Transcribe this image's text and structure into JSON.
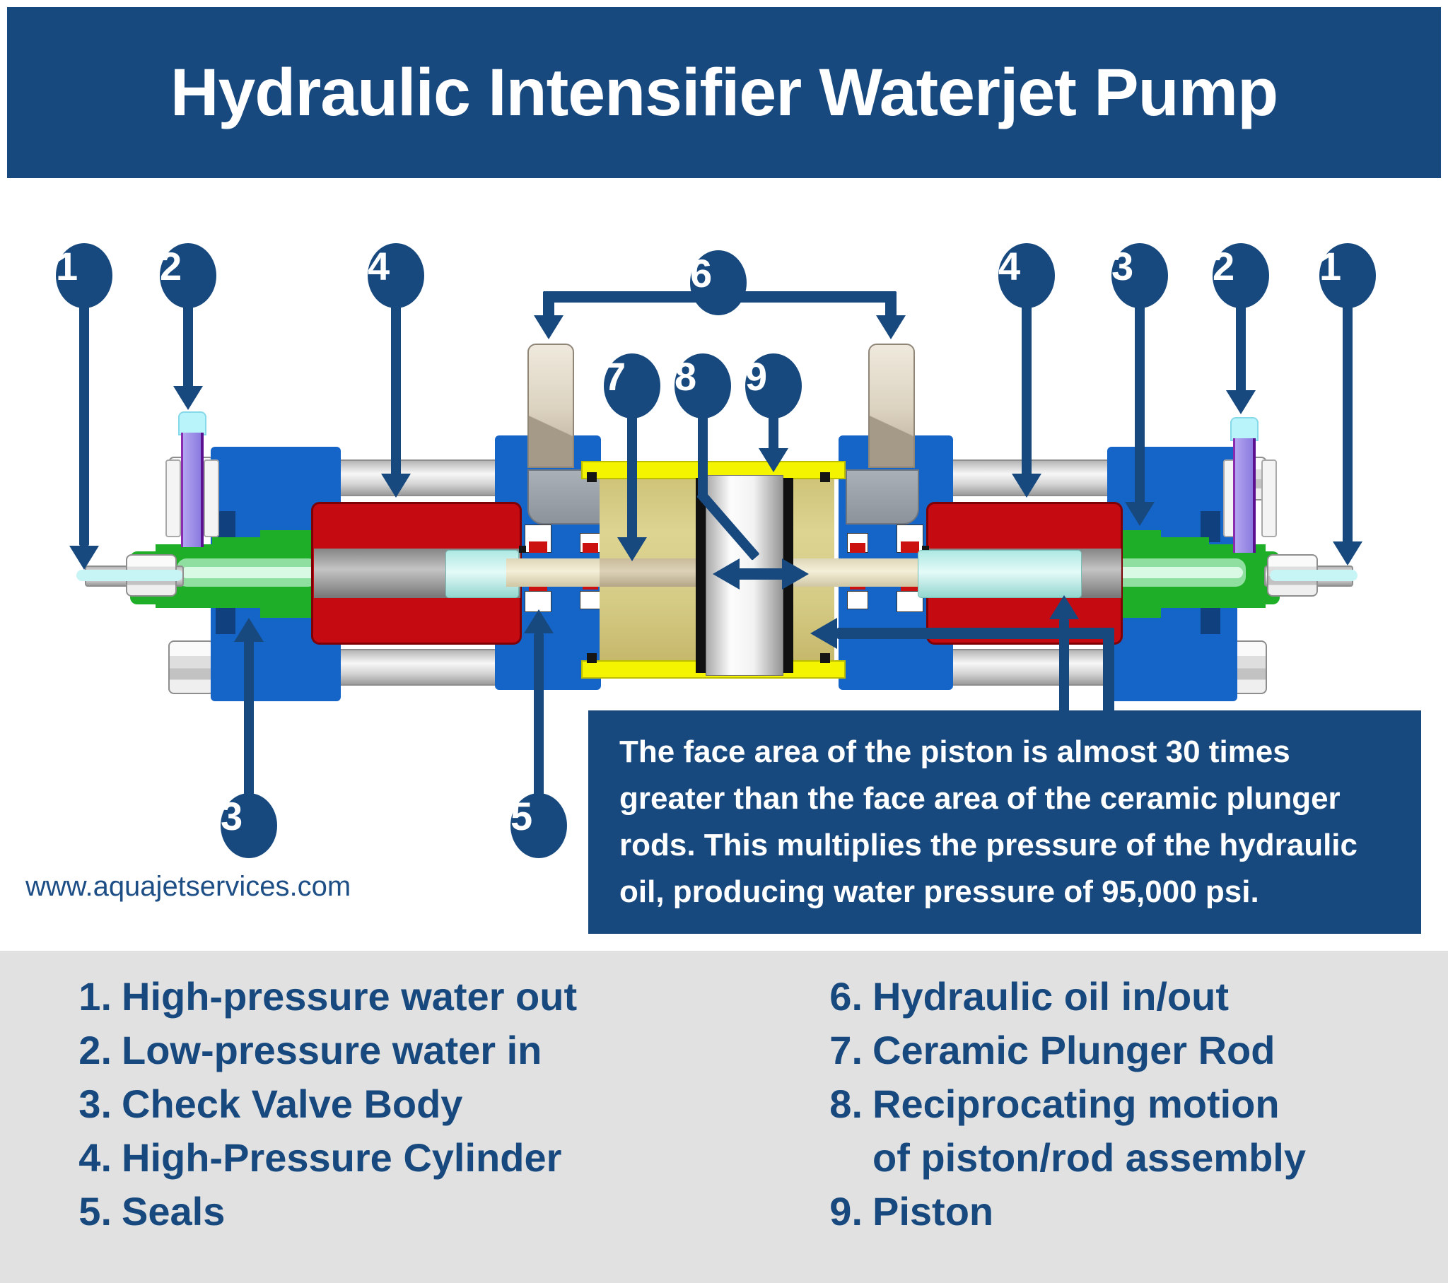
{
  "title": "Hydraulic Intensifier Waterjet Pump",
  "website": "www.aquajetservices.com",
  "note": "The face area of the piston is almost 30 times greater than the face area of the ceramic plunger rods. This multiplies the pressure of the hydraulic oil, producing water pressure of 95,000 psi.",
  "markers": [
    "1",
    "2",
    "4",
    "6",
    "7",
    "8",
    "9",
    "4",
    "3",
    "2",
    "1",
    "3",
    "5"
  ],
  "legend": {
    "left": [
      {
        "n": "1.",
        "t": "High-pressure water out"
      },
      {
        "n": "2.",
        "t": "Low-pressure water in"
      },
      {
        "n": "3.",
        "t": "Check Valve Body"
      },
      {
        "n": "4.",
        "t": "High-Pressure Cylinder"
      },
      {
        "n": "5.",
        "t": "Seals"
      }
    ],
    "right": [
      {
        "n": "6.",
        "t": "Hydraulic oil in/out"
      },
      {
        "n": "7.",
        "t": "Ceramic Plunger Rod"
      },
      {
        "n": "8.",
        "t": "Reciprocating motion",
        "t2": "of piston/rod assembly"
      },
      {
        "n": "9.",
        "t": "Piston"
      }
    ]
  },
  "palette": {
    "navy": "#17497f",
    "diagram_blue": "#1565c9",
    "red": "#c50a12",
    "green": "#1fae27",
    "light_green": "#8fe0a0",
    "yellow": "#f4f400",
    "oil_khaki": "#d9d08e",
    "ceramic_cyan": "#c5f1ec",
    "rod_tan": "#d5c8ab",
    "purple": "#9c8ce8",
    "legend_background": "#e1e1e1",
    "white": "#ffffff"
  }
}
